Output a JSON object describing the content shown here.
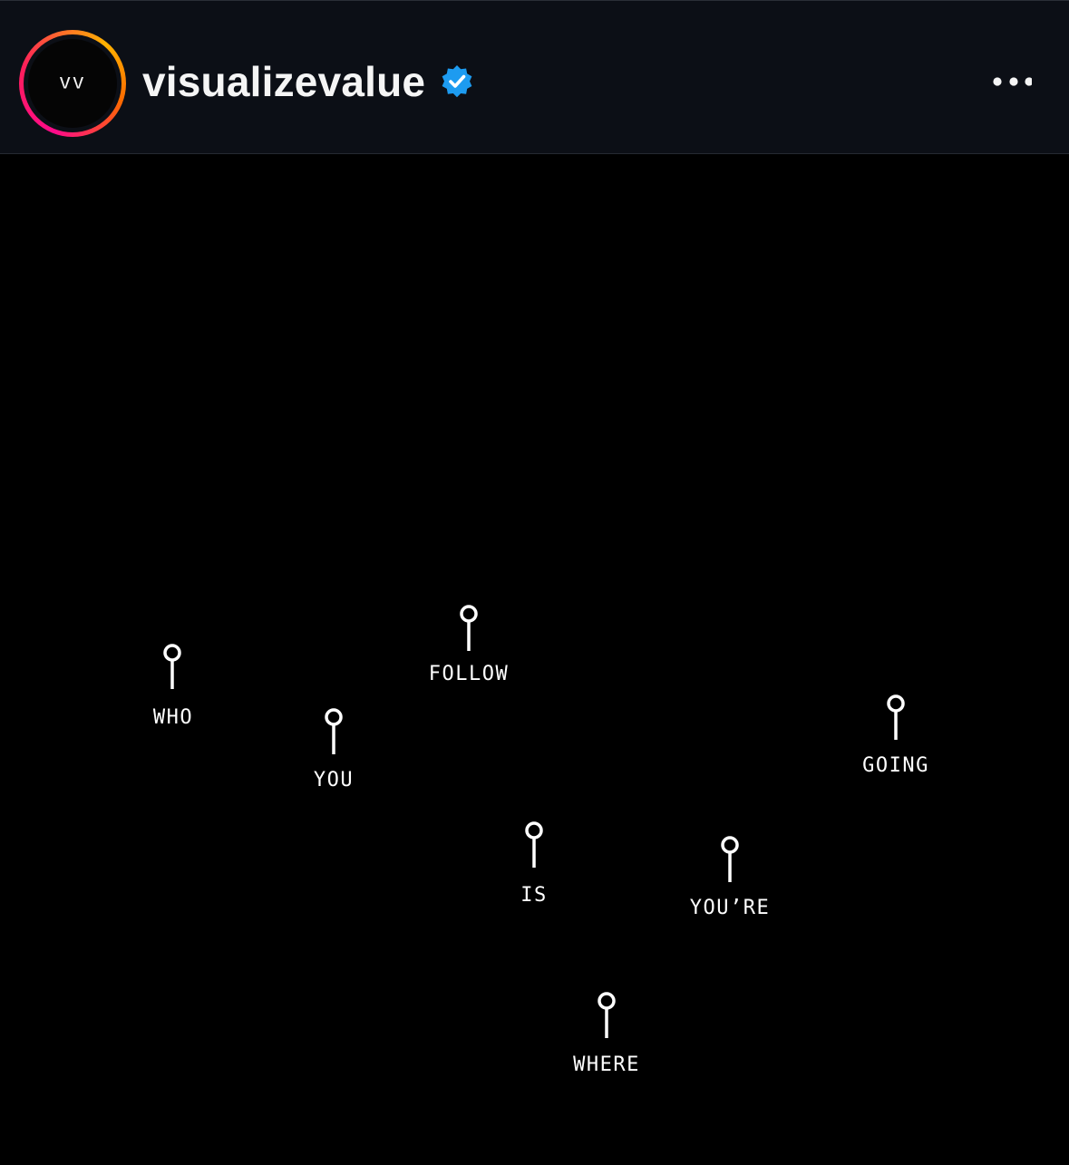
{
  "header": {
    "avatar_text": "VV",
    "username": "visualizevalue",
    "verified_icon": "verified-badge-icon",
    "more_icon": "more-horizontal-icon",
    "colors": {
      "background": "#0c0f16",
      "verified_badge": "#1d9bf0",
      "ring_start": "#ff0a8a",
      "ring_end": "#ffb300"
    }
  },
  "post": {
    "background": "#000000",
    "pin_icon": "map-pin-icon",
    "words": [
      {
        "text": "WHO"
      },
      {
        "text": "YOU"
      },
      {
        "text": "FOLLOW"
      },
      {
        "text": "IS"
      },
      {
        "text": "WHERE"
      },
      {
        "text": "YOU’RE"
      },
      {
        "text": "GOING"
      }
    ]
  }
}
